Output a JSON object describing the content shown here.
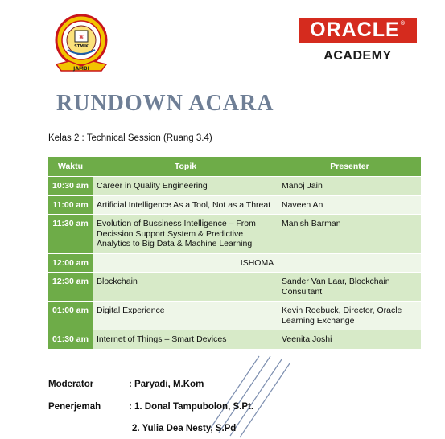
{
  "logo_left": {
    "top_text": "STMIK",
    "bottom_text": "JAMBI",
    "emblem_text": "STMIK"
  },
  "logo_right": {
    "brand": "ORACLE",
    "reg_mark": "®",
    "sub": "ACADEMY"
  },
  "title": "RUNDOWN ACARA",
  "subtitle": "Kelas 2 : Technical Session (Ruang 3.4)",
  "table": {
    "headers": {
      "time": "Waktu",
      "topic": "Topik",
      "presenter": "Presenter"
    },
    "rows": [
      {
        "time": "10:30 am",
        "topic": "Career in Quality Engineering",
        "presenter": "Manoj Jain"
      },
      {
        "time": "11:00 am",
        "topic": "Artificial Intelligence As a Tool, Not as a Threat",
        "presenter": "Naveen An"
      },
      {
        "time": "11:30 am",
        "topic": "Evolution of Bussiness Intelligence – From Decission Support System & Predictive Analytics to Big Data & Machine Learning",
        "presenter": "Manish Barman"
      },
      {
        "time": "12:00 am",
        "break": "ISHOMA"
      },
      {
        "time": "12:30 am",
        "topic": "Blockchain",
        "presenter": "Sander Van Laar, Blockchain Consultant"
      },
      {
        "time": "01:00 am",
        "topic": "Digital Experience",
        "presenter": "Kevin Roebuck, Director, Oracle Learning Exchange"
      },
      {
        "time": "01:30 am",
        "topic": "Internet of Things – Smart Devices",
        "presenter": "Veenita Joshi"
      }
    ]
  },
  "moderator": {
    "label": "Moderator",
    "value": ": Paryadi, M.Kom"
  },
  "translator": {
    "label": "Penerjemah",
    "value1": ": 1. Donal Tampubolon, S.Pt.",
    "value2": "2. Yulia Dea Nesty, S.Pd"
  },
  "colors": {
    "header_green": "#6eac48",
    "row_light": "#d7eac8",
    "row_lighter": "#eef6e8",
    "oracle_red": "#d52b1e",
    "title_gray": "#6f7f96"
  }
}
